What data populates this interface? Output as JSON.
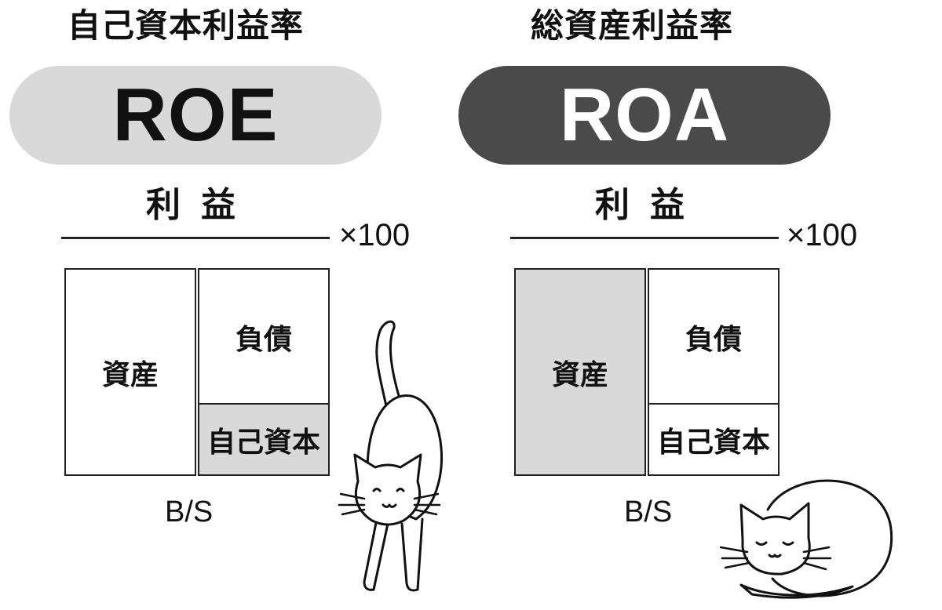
{
  "roe": {
    "title": "自己資本利益率",
    "label": "ROE",
    "numerator": "利益",
    "multiplier": "×100",
    "bs": {
      "assets": "資産",
      "liabilities": "負債",
      "equity": "自己資本",
      "caption": "B/S",
      "highlighted": "自己資本"
    }
  },
  "roa": {
    "title": "総資産利益率",
    "label": "ROA",
    "numerator": "利益",
    "multiplier": "×100",
    "bs": {
      "assets": "資産",
      "liabilities": "負債",
      "equity": "自己資本",
      "caption": "B/S",
      "highlighted": "資産"
    }
  },
  "colors": {
    "roe_pill": "#d9d9d9",
    "roa_pill": "#4a4a4a",
    "highlight": "#d9d9d9",
    "line": "#222222"
  },
  "icons": [
    "standing-cat-icon",
    "curled-cat-icon"
  ]
}
